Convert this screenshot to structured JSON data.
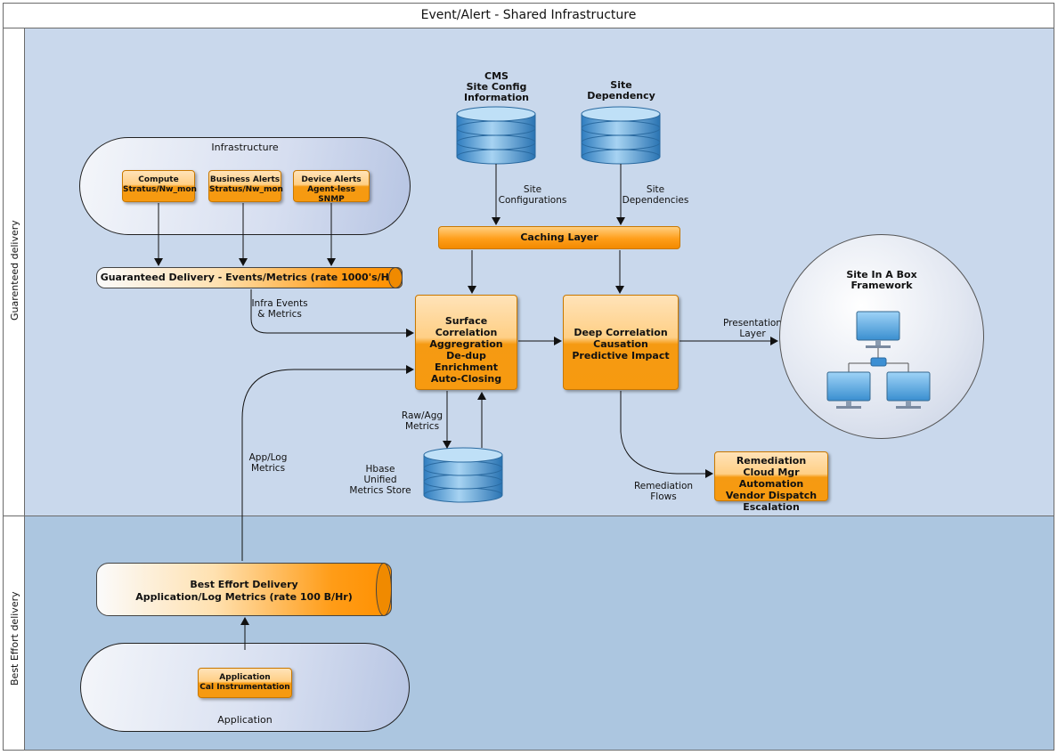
{
  "title": "Event/Alert - Shared Infrastructure",
  "lanes": {
    "top": "Guarenteed delivery",
    "bottom": "Best Effort delivery"
  },
  "infrastructure": {
    "label": "Infrastructure",
    "boxes": [
      {
        "line1": "Compute",
        "line2": "Stratus/Nw_mon"
      },
      {
        "line1": "Business Alerts",
        "line2": "Stratus/Nw_mon"
      },
      {
        "line1": "Device Alerts",
        "line2": "Agent-less SNMP"
      }
    ]
  },
  "guaranteed_tube": "Guaranteed Delivery -  Events/Metrics  (rate 1000's/Hr)",
  "cms": {
    "line1": "CMS",
    "line2": "Site Config",
    "line3": "Information"
  },
  "site_dependency": {
    "line1": "Site",
    "line2": "Dependency"
  },
  "site_configurations": {
    "line1": "Site",
    "line2": "Configurations"
  },
  "site_dependencies": {
    "line1": "Site",
    "line2": "Dependencies"
  },
  "caching_layer": "Caching Layer",
  "infra_events": {
    "line1": "Infra Events",
    "line2": "& Metrics"
  },
  "surface_correlation": {
    "lines": [
      "Surface Correlation",
      "Aggregration",
      "De-dup",
      "Enrichment",
      "Auto-Closing"
    ]
  },
  "deep_correlation": {
    "lines": [
      "Deep Correlation",
      "Causation",
      "Predictive Impact"
    ]
  },
  "presentation_layer": {
    "line1": "Presentation",
    "line2": "Layer"
  },
  "site_in_a_box": {
    "line1": "Site In A Box",
    "line2": "Framework"
  },
  "raw_agg": {
    "line1": "Raw/Agg",
    "line2": "Metrics"
  },
  "hbase": {
    "line1": "Hbase",
    "line2": "Unified",
    "line3": "Metrics Store"
  },
  "remediation": {
    "lines": [
      "Remediation",
      "Cloud Mgr Automation",
      "Vendor Dispatch",
      "Escalation"
    ]
  },
  "remediation_flows": {
    "line1": "Remediation",
    "line2": "Flows"
  },
  "app_log_metrics": {
    "line1": "App/Log",
    "line2": "Metrics"
  },
  "best_effort_tube": {
    "line1": "Best Effort Delivery",
    "line2": "Application/Log Metrics  (rate 100 B/Hr)"
  },
  "application_group": {
    "label": "Application",
    "box": {
      "line1": "Application",
      "line2": "Cal Instrumentation"
    }
  },
  "colors": {
    "lane_top": "#c9d8ec",
    "lane_bottom": "#acc6e0",
    "orange": "#f79a10",
    "db_blue": "#4f9bd6"
  }
}
